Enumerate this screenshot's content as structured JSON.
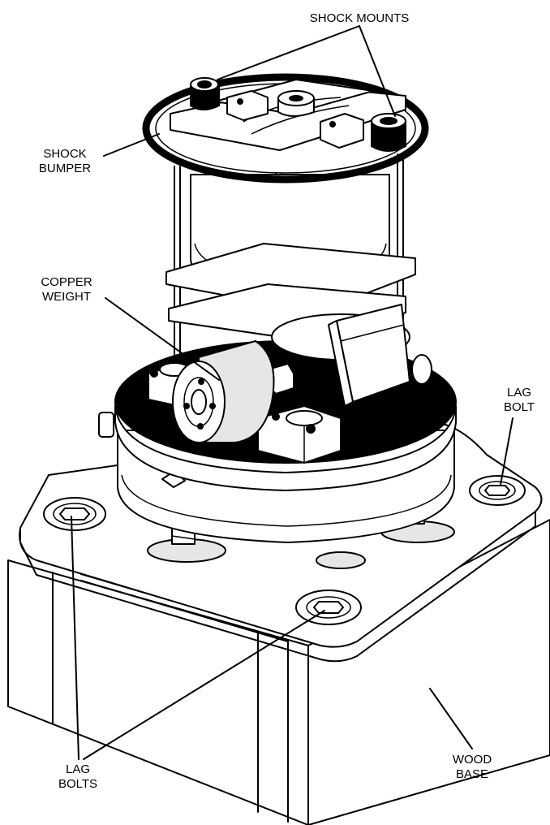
{
  "labels": {
    "shock_mounts": "SHOCK MOUNTS",
    "shock_bumper": [
      "SHOCK",
      "BUMPER"
    ],
    "copper_weight": [
      "COPPER",
      "WEIGHT"
    ],
    "lag_bolt": [
      "LAG",
      "BOLT"
    ],
    "lag_bolts": [
      "LAG",
      "BOLTS"
    ],
    "wood_base": [
      "WOOD",
      "BASE"
    ]
  }
}
